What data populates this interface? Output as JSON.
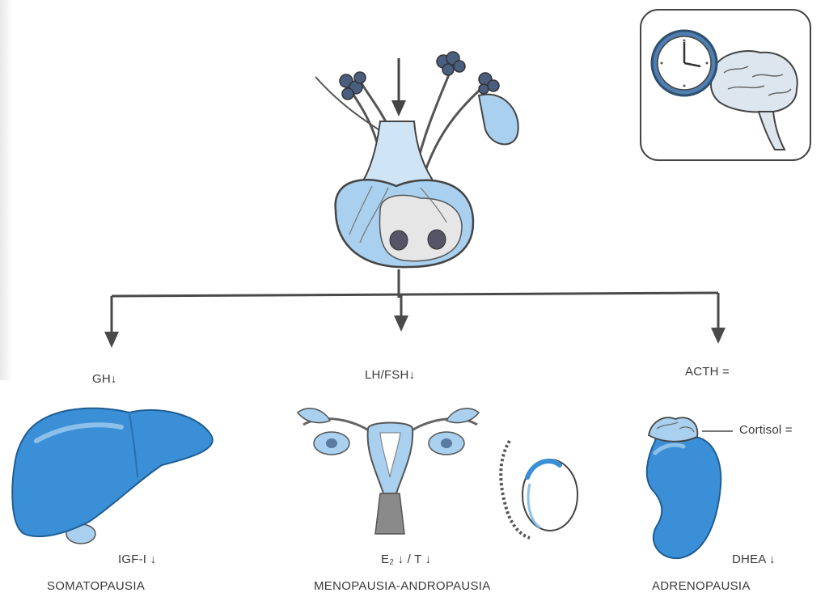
{
  "hormones": {
    "gh": "GH↓",
    "lhfsh": "LH/FSH↓",
    "acth": "ACTH ="
  },
  "effects": {
    "igf": "IGF-I ↓",
    "sex_steroids": "E₂ ↓ / T ↓",
    "cortisol": "Cortisol =",
    "dhea": "DHEA ↓"
  },
  "captions": {
    "somatopausia": "SOMATOPAUSIA",
    "menopausia": "MENOPAUSIA-ANDROPAUSIA",
    "adrenopausia": "ADRENOPAUSIA"
  },
  "colors": {
    "organ_blue": "#3b8fd6",
    "organ_light": "#a9d0ee",
    "line": "#4a4a4a"
  },
  "icons": {
    "pituitary": "pituitary-gland-icon",
    "clock_brain": "clock-brain-icon",
    "liver": "liver-icon",
    "uterus": "uterus-ovaries-icon",
    "testis": "testis-icon",
    "adrenal": "adrenal-kidney-icon"
  }
}
